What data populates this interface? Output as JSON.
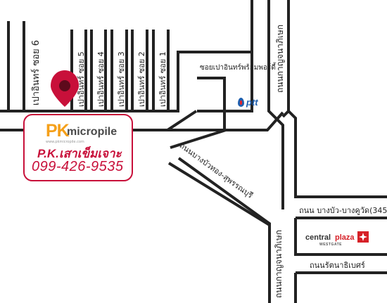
{
  "colors": {
    "road": "#222222",
    "brand_red": "#c8103a",
    "brand_orange": "#f5a01a",
    "brand_gray": "#4a4a4a",
    "ptt_blue": "#1f5fae",
    "ptt_red": "#e32229",
    "central_red": "#d62027"
  },
  "streets": {
    "soi6": "เปาอินทร์ ซอย 6",
    "soi5": "เปาอินทร์ ซอย 5",
    "soi4": "เปาอินทร์ ซอย 4",
    "soi3": "เปาอินทร์ ซอย 3",
    "soi2": "เปาอินทร์ ซอย 2",
    "soi1": "เปาอินทร์ ซอย 1",
    "pao_in_phrom": "ซอยเปาอินทร์พร้อมพอร์ดี้",
    "kanchanaphisek_north": "ถนนกาญจนาภิเษก",
    "kanchanaphisek_south": "ถนนกาญจนาภิเษก",
    "bangbuathong": "ถนนบางบัวทอง-สุพรรณบุรี",
    "bangkuwat": "ถนน บางบัว-บางคูวัด(345)",
    "rattanathibet": "ถนนรัตนาธิเบศร์"
  },
  "landmarks": {
    "ptt": {
      "label": "ptt",
      "icon": "ptt-logo-icon"
    },
    "central": {
      "name_part1": "central",
      "name_part2": "plaza",
      "branch": "WESTGATE",
      "icon": "central-logo-icon"
    }
  },
  "marker": {
    "icon": "map-pin-icon"
  },
  "brand": {
    "logo_pk": "PK",
    "logo_word": "micropile",
    "website": "www.pkmicropile.com",
    "thai_name": "P.K.เสาเข็มเจาะ",
    "phone": "099-426-9535"
  }
}
